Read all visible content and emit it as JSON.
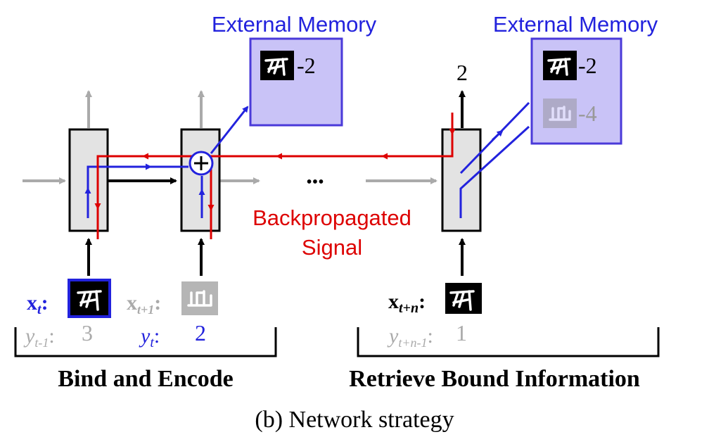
{
  "memory_left": {
    "title": "External Memory",
    "entry_value": "-2"
  },
  "memory_right": {
    "title": "External Memory",
    "entries": [
      {
        "value": "-2",
        "faded": false
      },
      {
        "value": "-4",
        "faded": true
      }
    ]
  },
  "output_label": "2",
  "ellipsis": "•••",
  "signal_label": {
    "line1": "Backpropagated",
    "line2": "Signal"
  },
  "inputs": {
    "x_t": {
      "base": "x",
      "sub": "t"
    },
    "x_t1": {
      "base": "x",
      "sub": "t+1"
    },
    "x_tn": {
      "base": "x",
      "sub": "t+n"
    }
  },
  "labels_y": {
    "y_t_minus_1": {
      "base": "y",
      "sub": "t-1",
      "value": "3"
    },
    "y_t": {
      "base": "y",
      "sub": "t",
      "value": "2"
    },
    "y_tn1": {
      "base": "y",
      "sub": "t+n-1",
      "value": "1"
    }
  },
  "section_titles": {
    "bind": "Bind and Encode",
    "retrieve": "Retrieve Bound Information"
  },
  "caption": "(b) Network strategy",
  "colors": {
    "blue": "#2222dd",
    "red": "#dd0000",
    "gray": "#aaaaaa",
    "black": "#000000",
    "memory_fill": "#c9c3f7",
    "memory_stroke": "#4a3ad9",
    "cell_fill": "#e3e3e3"
  },
  "icons": {
    "glyph_a": "character-glyph-icon",
    "glyph_b": "character-glyph-icon"
  }
}
